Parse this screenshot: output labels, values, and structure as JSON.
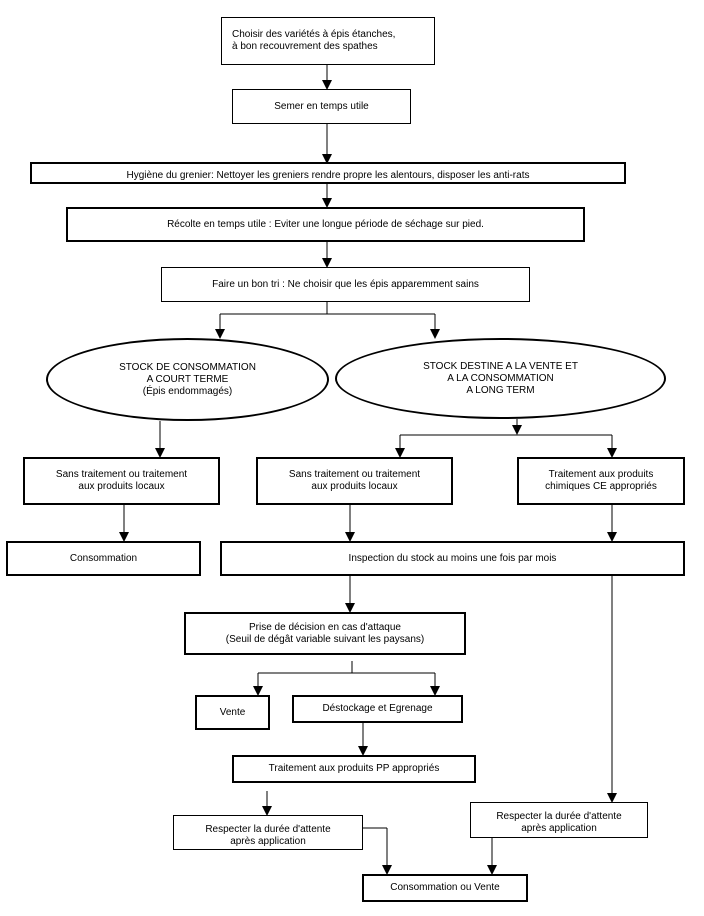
{
  "nodes": {
    "choose_varieties": "Choisir des variétés à épis étanches,\nà bon recouvrement des spathes",
    "sow": "Semer en temps utile",
    "granary_hygiene": "Hygiène du grenier: Nettoyer les greniers rendre propre les alentours, disposer les  anti-rats",
    "harvest": "Récolte en temps utile : Eviter une longue période de séchage sur pied.",
    "sorting": "Faire un bon tri : Ne choisir que les épis apparemment sains",
    "stock_short": "STOCK DE CONSOMMATION\nA COURT TERME\n(Épis endommagés)",
    "stock_long": "STOCK DESTINE A LA VENTE ET\nA LA CONSOMMATION\nA LONG TERM",
    "no_treatment_left": "Sans traitement ou traitement\naux produits locaux",
    "no_treatment_mid": "Sans traitement ou traitement\naux produits locaux",
    "chemical_treatment": "Traitement aux  produits\nchimiques  CE  appropriés",
    "consumption": "Consommation",
    "inspection": "Inspection du stock au moins une fois par mois",
    "decision": "Prise de décision en cas d'attaque\n(Seuil de dégât variable suivant les paysans)",
    "sale": "Vente",
    "destocking": "Déstockage et Egrenage",
    "pp_treatment": "Traitement aux produits PP appropriés",
    "waiting_left": "Respecter la durée d'attente\naprès application",
    "waiting_right": "Respecter la durée d'attente\naprès application",
    "final": "Consommation ou Vente"
  }
}
